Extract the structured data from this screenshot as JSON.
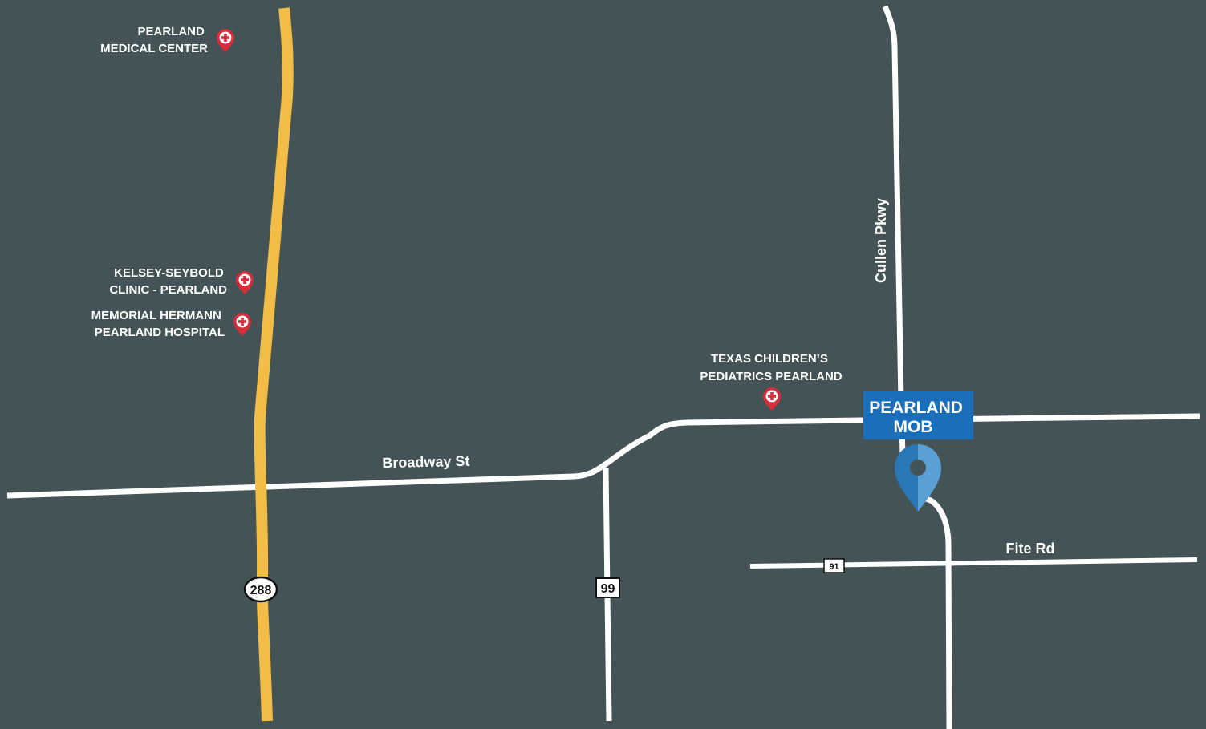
{
  "colors": {
    "background": "#435356",
    "road": "#ffffff",
    "highway": "#f2bd47",
    "poi_marker": "#d62d3b",
    "destination_box": "#1b6fba",
    "destination_pin": "#2978b5",
    "destination_pin_light": "#5aa0d4"
  },
  "roads": {
    "broadway": "Broadway St",
    "cullen": "Cullen Pkwy",
    "fite": "Fite Rd"
  },
  "shields": {
    "sh288": "288",
    "fm99": "99",
    "fm91": "91"
  },
  "pois": {
    "pearland_medical": {
      "line1": "PEARLAND",
      "line2": "MEDICAL CENTER",
      "icon": "medical-cross-pin-icon"
    },
    "kelsey_seybold": {
      "line1": "KELSEY-SEYBOLD",
      "line2": "CLINIC - PEARLAND",
      "icon": "medical-cross-pin-icon"
    },
    "memorial_hermann": {
      "line1": "MEMORIAL HERMANN",
      "line2": "PEARLAND HOSPITAL",
      "icon": "medical-cross-pin-icon"
    },
    "texas_childrens": {
      "line1": "TEXAS CHILDREN’S",
      "line2": "PEDIATRICS PEARLAND",
      "icon": "medical-cross-pin-icon"
    }
  },
  "destination": {
    "line1": "PEARLAND",
    "line2": "MOB",
    "icon": "location-pin-icon"
  }
}
